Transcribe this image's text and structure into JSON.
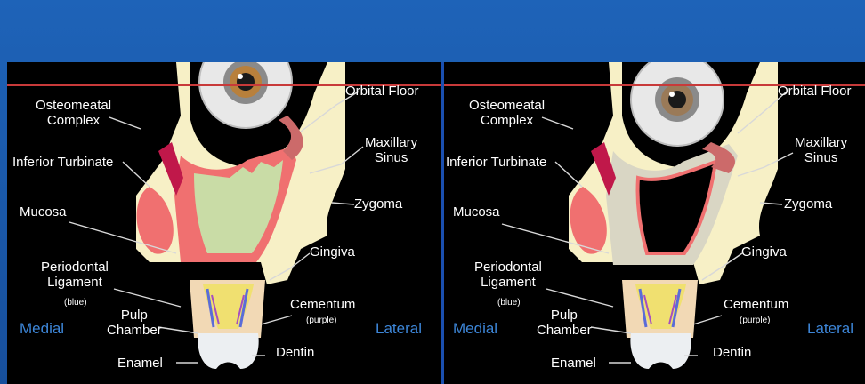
{
  "panels": [
    {
      "labels": {
        "osteomeatal": "Osteomeatal\nComplex",
        "orbital_floor": "Orbital Floor",
        "maxillary_sinus": "Maxillary\nSinus",
        "inferior_turbinate": "Inferior Turbinate",
        "zygoma": "Zygoma",
        "mucosa": "Mucosa",
        "gingiva": "Gingiva",
        "periodontal": "Periodontal\nLigament",
        "periodontal_note": "(blue)",
        "cementum": "Cementum",
        "cementum_note": "(purple)",
        "pulp": "Pulp\nChamber",
        "dentin": "Dentin",
        "enamel": "Enamel",
        "medial": "Medial",
        "lateral": "Lateral"
      }
    },
    {
      "labels": {
        "osteomeatal": "Osteomeatal\nComplex",
        "orbital_floor": "Orbital Floor",
        "maxillary_sinus": "Maxillary\nSinus",
        "inferior_turbinate": "Inferior Turbinate",
        "zygoma": "Zygoma",
        "mucosa": "Mucosa",
        "gingiva": "Gingiva",
        "periodontal": "Periodontal\nLigament",
        "periodontal_note": "(blue)",
        "cementum": "Cementum",
        "cementum_note": "(purple)",
        "pulp": "Pulp\nChamber",
        "dentin": "Dentin",
        "enamel": "Enamel",
        "medial": "Medial",
        "lateral": "Lateral"
      }
    }
  ],
  "colors": {
    "background": "#1a5cb0",
    "bone": "#f7f0c6",
    "mucosa": "#f07070",
    "sinus_fluid": "#c9dca6",
    "thickened_mucosa": "#d9d6c4",
    "turbinate_dark": "#c0184a",
    "horizontal_line": "#c83a3a",
    "medial_lateral_text": "#3d86d8"
  }
}
